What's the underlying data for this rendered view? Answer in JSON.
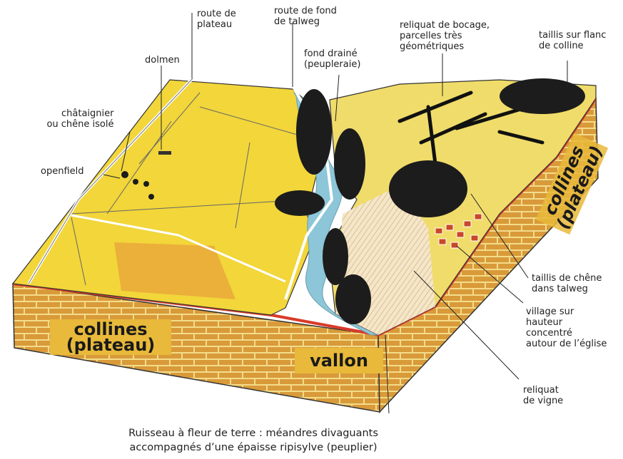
{
  "labels": {
    "route_plateau_1": "route de",
    "route_plateau_2": "plateau",
    "route_talweg_1": "route de fond",
    "route_talweg_2": "de talweg",
    "reliquat_bocage_1": "reliquat de bocage,",
    "reliquat_bocage_2": "parcelles très",
    "reliquat_bocage_3": "géométriques",
    "taillis_flanc_1": "taillis sur flanc",
    "taillis_flanc_2": "de colline",
    "dolmen": "dolmen",
    "fond_draine_1": "fond drainé",
    "fond_draine_2": "(peupleraie)",
    "chataignier_1": "châtaignier",
    "chataignier_2": "ou chêne isolé",
    "openfield": "openfield",
    "taillis_chene_1": "taillis de chêne",
    "taillis_chene_2": "dans talweg",
    "village_1": "village sur",
    "village_2": "hauteur",
    "village_3": "concentré",
    "village_4": "autour de l’église",
    "reliquat_vigne_1": "reliquat",
    "reliquat_vigne_2": "de vigne",
    "caption_1": "Ruisseau à fleur de terre : méandres divaguants",
    "caption_2": "accompagnés d’une épaisse ripisylve (peuplier)"
  },
  "block_labels": {
    "collines_front_1": "collines",
    "collines_front_2": "(plateau)",
    "vallon": "vallon",
    "collines_side_1": "collines",
    "collines_side_2": "(plateau)"
  },
  "colors": {
    "plateau_yellow": "#f2d63a",
    "brick": "#d99a3a",
    "mortar": "#f3dc8a",
    "forest": "#1c1c1c",
    "stream": "#8cc6d8",
    "red_band": "#d93a2a"
  }
}
